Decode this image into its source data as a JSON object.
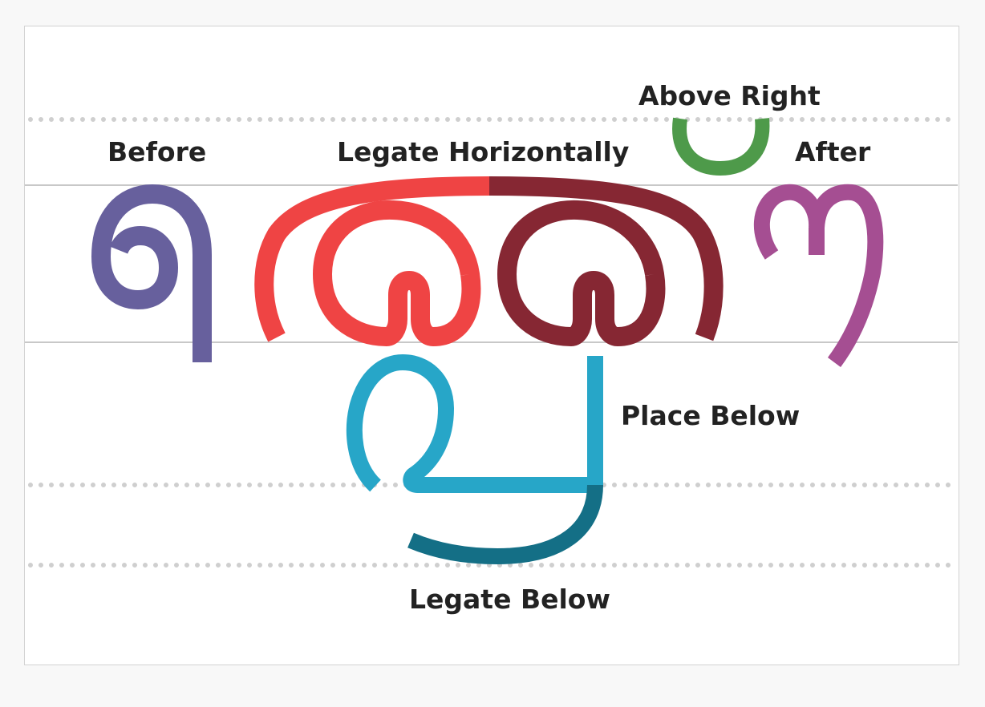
{
  "labels": {
    "before": "Before",
    "legate_horizontally": "Legate Horizontally",
    "above_right": "Above Right",
    "after": "After",
    "place_below": "Place Below",
    "legate_below": "Legate Below"
  },
  "colors": {
    "background": "#f8f8f8",
    "panel": "#ffffff",
    "guide_solid": "#c8c8c8",
    "guide_dotted": "#cfcfcf",
    "text": "#222222",
    "before": "#67609d",
    "legate_horizontally_left": "#ef4444",
    "legate_horizontally_right": "#862733",
    "above_right": "#4e9a4a",
    "after": "#a54e92",
    "place_below": "#27a6c8",
    "legate_below": "#146f86"
  }
}
